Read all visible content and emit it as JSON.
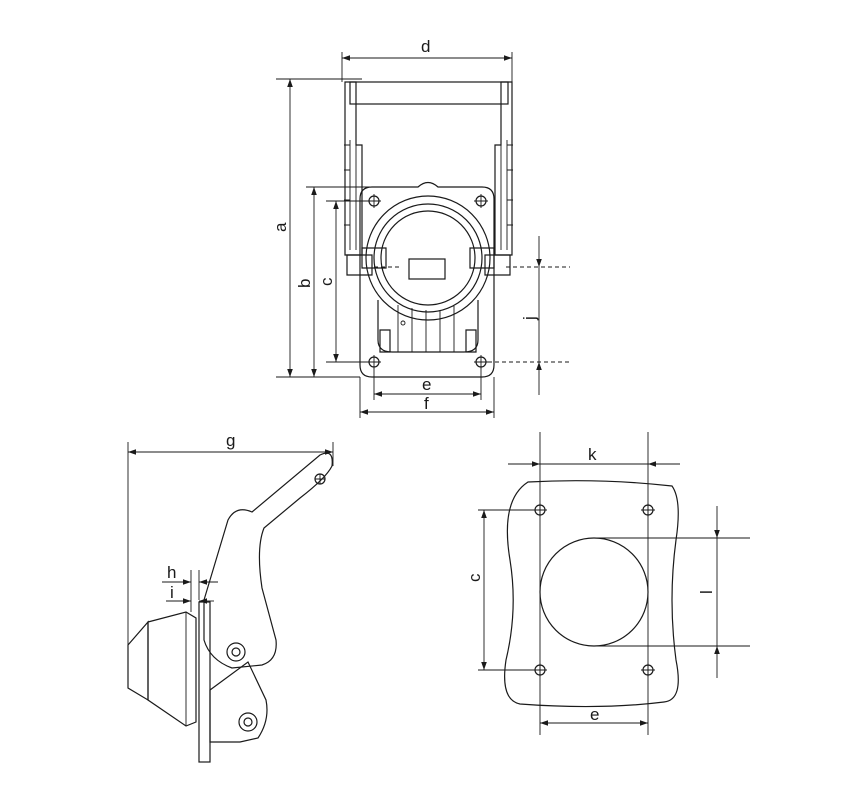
{
  "labels": {
    "a": "a",
    "b": "b",
    "c": "c",
    "d": "d",
    "e": "e",
    "f": "f",
    "g": "g",
    "h": "h",
    "i": "i",
    "j": "j",
    "k": "k",
    "l": "l"
  }
}
